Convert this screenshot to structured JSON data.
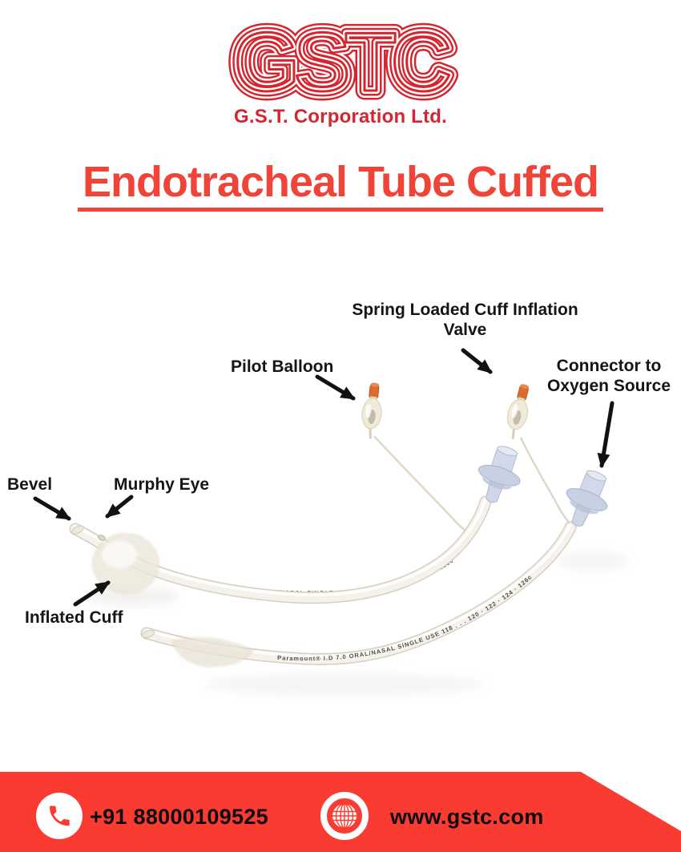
{
  "logo": {
    "mark": "GSTC",
    "company": "G.S.T. Corporation Ltd."
  },
  "title": "Endotracheal Tube Cuffed",
  "diagram": {
    "labels": {
      "spring_valve_line1": "Spring Loaded Cuff Inflation",
      "spring_valve_line2": "Valve",
      "pilot_balloon": "Pilot Balloon",
      "connector_line1": "Connector to",
      "connector_line2": "Oxygen Source",
      "bevel": "Bevel",
      "murphy_eye": "Murphy Eye",
      "inflated_cuff": "Inflated Cuff"
    },
    "tube_print": "Paramount® I.D 7.0 ORAL/NASAL SINGLE USE   118 . . . 120 · 122 · 124 · 126cm · 7.0"
  },
  "footer": {
    "phone": "+91 88000109525",
    "website": "www.gstc.com"
  },
  "colors": {
    "brand_red": "#d5252f",
    "title_red": "#f04438",
    "footer_red": "#f93b31",
    "label_black": "#151515",
    "connector_blue": "#ccd3e5",
    "balloon_orange": "#dd6b2c"
  }
}
